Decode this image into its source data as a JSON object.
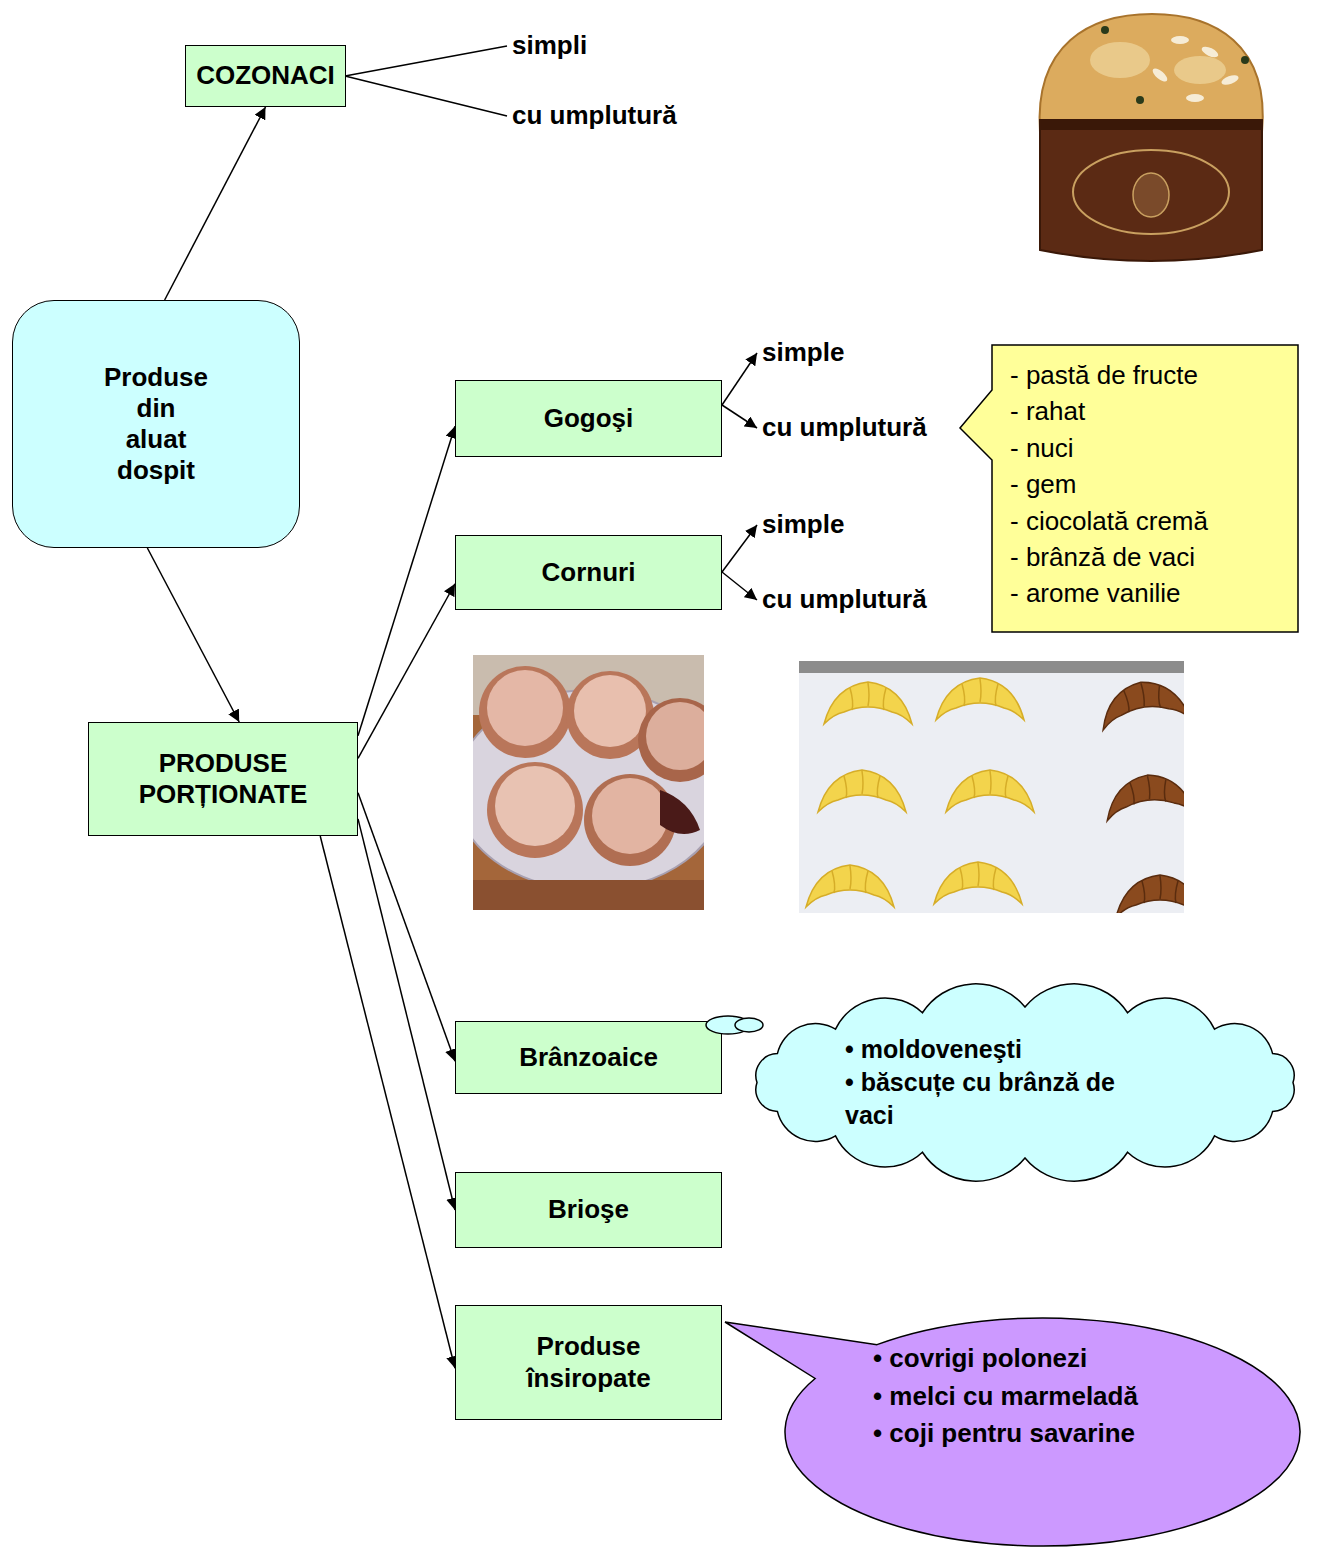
{
  "diagram": {
    "nodes": [
      {
        "text": [
          "Produse din aluat dospit"
        ]
      },
      {
        "text": [
          "COZONACI"
        ]
      },
      {
        "text": [
          "PRODUSE PORȚIONATE"
        ]
      },
      {
        "text": [
          "Gogoşi"
        ]
      },
      {
        "text": [
          "Cornuri"
        ]
      },
      {
        "text": [
          "- pastă de fructe",
          "- rahat",
          "- nuci",
          "- gem",
          "- ciocolată cremă",
          "- brânză de vaci",
          "- arome vanilie"
        ]
      },
      {
        "text": [
          "Brânzoaice"
        ]
      },
      {
        "text": [
          "• moldoveneşti",
          "• băscuțe cu brânză de vaci"
        ]
      },
      {
        "text": [
          "Brioşe"
        ]
      },
      {
        "text": [
          "Produse însiropate"
        ]
      },
      {
        "text": [
          "• covrigi polonezi",
          "• melci cu marmeladă",
          "• coji pentru savarine"
        ]
      }
    ],
    "edges": [
      {
        "from": 0,
        "to": 1,
        "arrow": "to"
      },
      {
        "from": 0,
        "to": 2,
        "arrow": "to"
      },
      {
        "from": 2,
        "to": 3,
        "arrow": "to"
      },
      {
        "from": 2,
        "to": 4,
        "arrow": "to"
      },
      {
        "from": 2,
        "to": 6,
        "arrow": "to"
      },
      {
        "from": 2,
        "to": 8,
        "arrow": "to"
      },
      {
        "from": 2,
        "to": 9,
        "arrow": "to"
      }
    ],
    "labels": [
      "simpli",
      "cu umplutură",
      "simple",
      "cu umplutură",
      "simple",
      "cu umplutură"
    ]
  }
}
